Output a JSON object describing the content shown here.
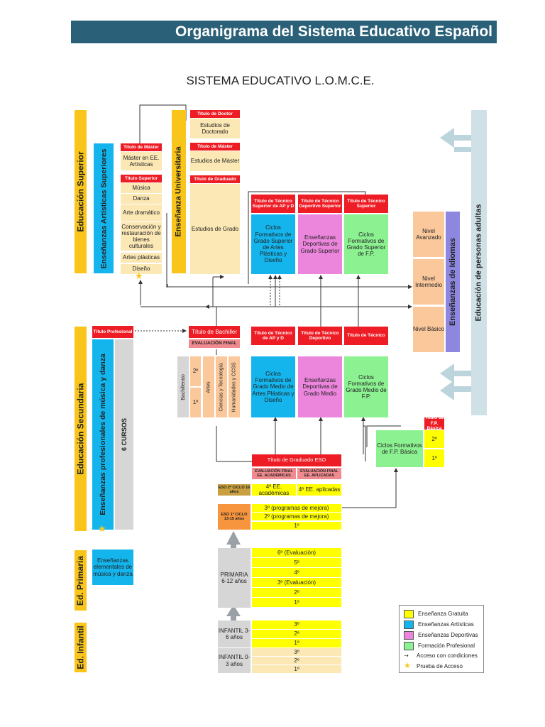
{
  "header": {
    "title": "Organigrama del Sistema Educativo Español"
  },
  "main_title": "SISTEMA EDUCATIVO L.O.M.C.E.",
  "stages": {
    "superior": "Educación Superior",
    "secundaria": "Educación Secundaria",
    "primaria": "Ed. Primaria",
    "infantil": "Ed. Infantil"
  },
  "artisticas_superiores": {
    "label": "Enseñanzas Artísticas Superiores",
    "titulo_master": "Título de Máster",
    "master": "Máster en EE. Artísticas",
    "titulo_superior": "Título Superior",
    "items": [
      "Música",
      "Danza",
      "Arte dramático",
      "Conservación y restauración de bienes culturales",
      "Artes plásticas",
      "Diseño"
    ]
  },
  "universitaria": {
    "label": "Enseñanza Universitaria",
    "titulo_doctor": "Título de Doctor",
    "doctorado": "Estudios de Doctorado",
    "titulo_master": "Título de Máster",
    "master": "Estudios de Máster",
    "titulo_graduado": "Título de Graduado",
    "grado": "Estudios de Grado"
  },
  "grado_superior": {
    "ap_title": "Título de Técnico Superior de AP y D",
    "ap_body": "Ciclos Formativos de Grado Superior de Artes Plásticas y Diseño",
    "dep_title": "Título de Técnico Deportivo Superior",
    "dep_body": "Enseñanzas Deportivas de Grado Superior",
    "fp_title": "Título de Técnico Superior",
    "fp_body": "Ciclos Formativos de Grado Superior de F.P."
  },
  "idiomas": {
    "label": "Enseñanzas de Idiomas",
    "levels": [
      "Nivel Avanzado",
      "Nivel Intermedio",
      "Nivel Básico"
    ]
  },
  "adultos": "Educación de personas adultas",
  "profesionales": {
    "titulo": "Título Profesional",
    "label": "Enseñanzas profesionales de música y danza",
    "cursos": "6 CURSOS"
  },
  "bachiller": {
    "titulo": "Título de Bachiller",
    "evaluacion": "EVALUACIÓN FINAL",
    "label": "Bachillerato",
    "courses": [
      "2º",
      "1º"
    ],
    "modalities": [
      "Artes",
      "Ciencias y Tecnología",
      "Humanidades y CCSS"
    ]
  },
  "grado_medio": {
    "ap_title": "Título de Técnico de AP y D",
    "ap_body": "Ciclos Formativos de Grado Medio de Artes Plásticas y Diseño",
    "dep_title": "Título de Técnico Deportivo",
    "dep_body": "Enseñanzas Deportivas de Grado Medio",
    "fp_title": "Título de Técnico",
    "fp_body": "Ciclos Formativos de Grado Medio de F.P."
  },
  "fp_basica": {
    "titulo": "Título de F.P. Básica",
    "body": "Ciclos Formativos de F.P. Básica",
    "courses": [
      "2º",
      "1º"
    ]
  },
  "eso": {
    "titulo": "Título de Graduado ESO",
    "eval_acad": "EVALUACIÓN FINAL EE. ACADÉMICAS",
    "eval_apl": "EVALUACIÓN FINAL EE. APLICADAS",
    "ciclo2": "ESO 2º CICLO 16 años",
    "cuarto_acad": "4º EE. académicas",
    "cuarto_apl": "4º EE. aplicadas",
    "ciclo1": "ESO 1º CICLO 13-15 años",
    "ciclo1_courses": [
      "3º (programas de mejora)",
      "2º (programas de mejora)",
      "1º"
    ]
  },
  "primaria": {
    "label": "PRIMARIA 6-12 años",
    "elementales": "Enseñanzas elementales de música y danza",
    "courses": [
      "6º (Evaluación)",
      "5º",
      "4º",
      "3º (Evaluación)",
      "2º",
      "1º"
    ]
  },
  "infantil": {
    "label1": "INFANTIL 3-6 años",
    "courses1": [
      "3º",
      "2º",
      "1º"
    ],
    "label2": "INFANTIL 0-3 años",
    "courses2": [
      "3º",
      "2º",
      "1º"
    ]
  },
  "legend": {
    "items": [
      {
        "label": "Enseñanza Gratuita",
        "color": "#ffff00"
      },
      {
        "label": "Enseñanzas Artísticas",
        "color": "#14b5ec"
      },
      {
        "label": "Enseñanzas Deportivas",
        "color": "#ec86dd"
      },
      {
        "label": "Formación Profesional",
        "color": "#8cf191"
      }
    ],
    "acceso": "Acceso con condiciones",
    "prueba": "Prueba de Acceso"
  }
}
